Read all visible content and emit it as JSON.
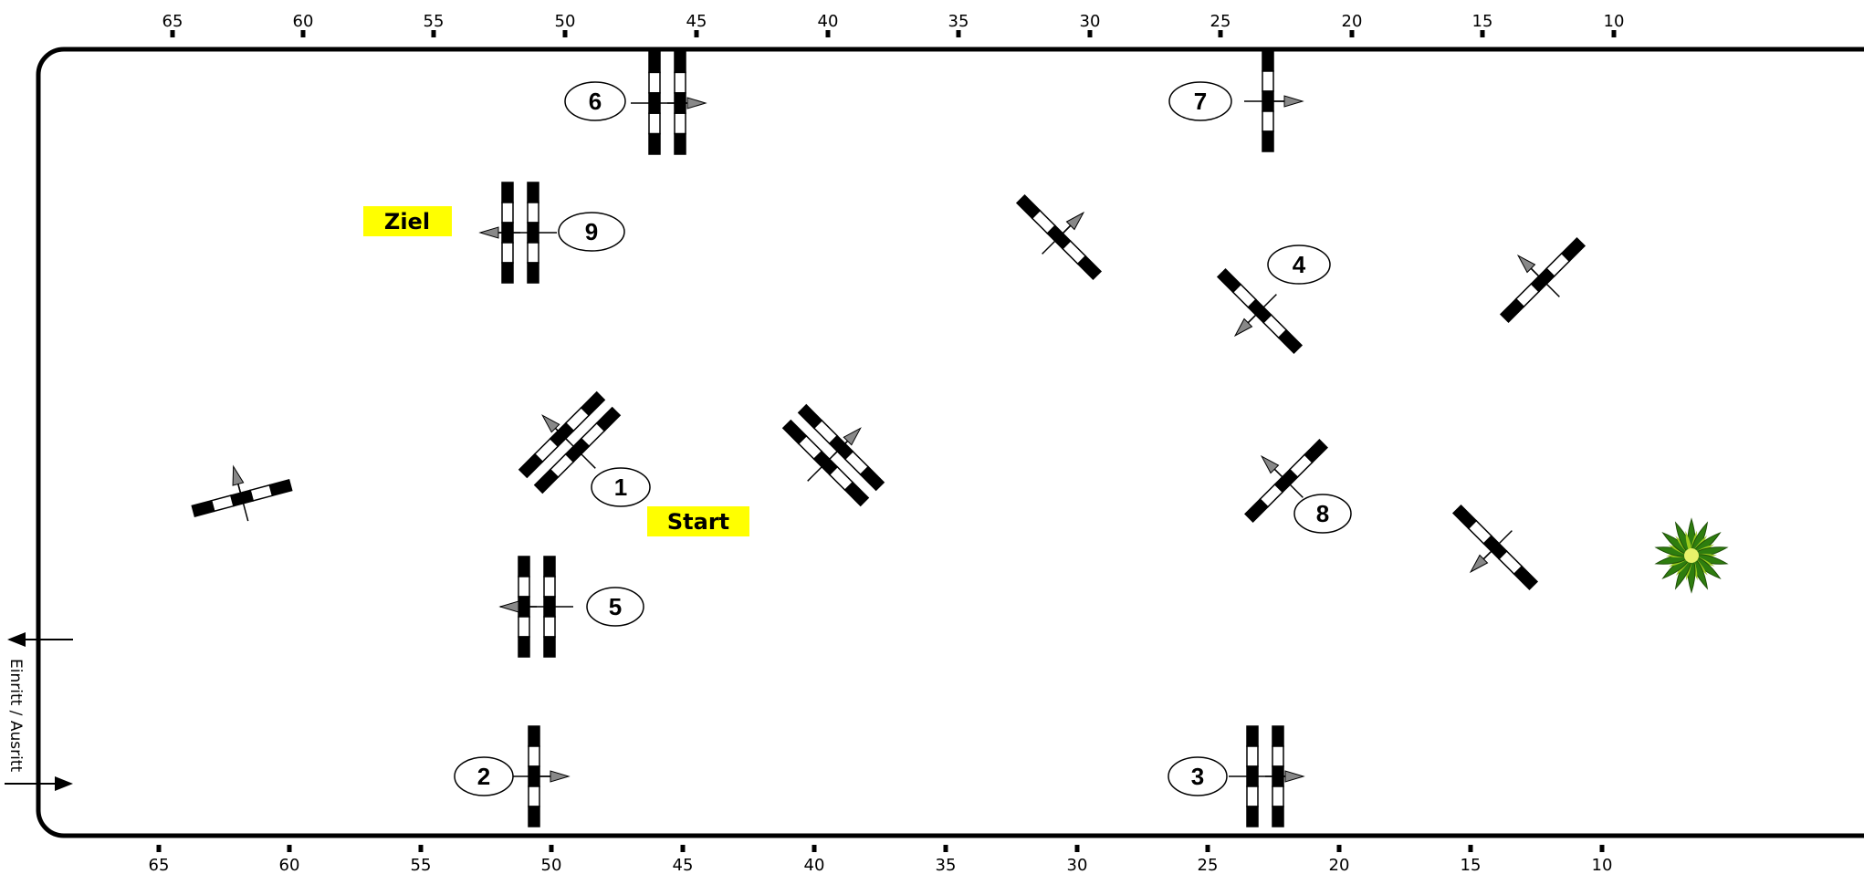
{
  "arena": {
    "top_ruler_ticks": [
      "65",
      "60",
      "55",
      "50",
      "45",
      "40",
      "35",
      "30",
      "25",
      "20",
      "15",
      "10"
    ],
    "bottom_ruler_ticks": [
      "65",
      "60",
      "55",
      "50",
      "45",
      "40",
      "35",
      "30",
      "25",
      "20",
      "15",
      "10"
    ],
    "entrance_label": "Einritt / Ausritt"
  },
  "labels": {
    "start": "Start",
    "finish": "Ziel"
  },
  "colors": {
    "badge_fill": "#ffff00",
    "pole_dark": "#000000",
    "pole_light": "#ffffff",
    "arrow_fill": "#888888",
    "plant_dark": "#2e7d0f",
    "plant_light": "#9ccc1e"
  },
  "jumps": {
    "j1": "1",
    "j2": "2",
    "j3": "3",
    "j4": "4",
    "j5": "5",
    "j6": "6",
    "j7": "7",
    "j8": "8",
    "j9": "9"
  },
  "decoration": {
    "plant": "plant-icon"
  }
}
